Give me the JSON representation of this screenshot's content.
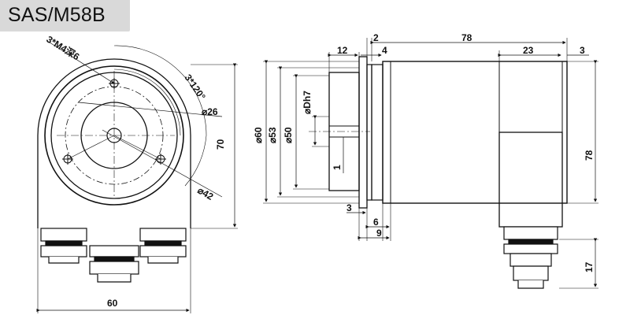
{
  "title": "SAS/M58B",
  "front_view": {
    "hole_callout": "3*M4深6",
    "angle_callout": "3*120°",
    "dia_26": "⌀26",
    "dia_42": "⌀42",
    "height_70": "70",
    "width_60": "60"
  },
  "side_view": {
    "dim_2": "2",
    "dim_78_top": "78",
    "dim_12": "12",
    "dim_4": "4",
    "dim_23": "23",
    "dim_3_top": "3",
    "dia_60": "⌀60",
    "dia_53": "⌀53",
    "dia_50": "⌀50",
    "dia_D": "⌀Dh7",
    "dim_1": "1",
    "dim_78_right": "78",
    "dim_3_bottom": "3",
    "dim_6": "6",
    "dim_9": "9",
    "dim_17": "17"
  },
  "colors": {
    "line": "#111111",
    "tab": "#d9d9d9"
  }
}
